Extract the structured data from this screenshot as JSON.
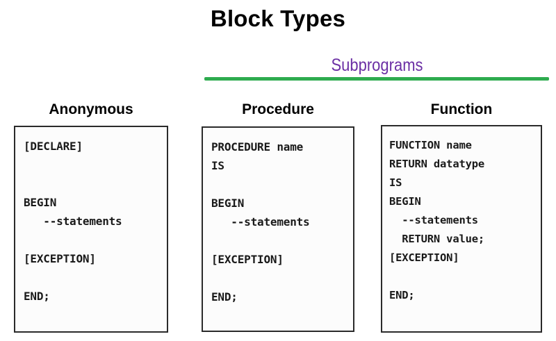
{
  "slide": {
    "title": "Block Types",
    "group_label": "Subprograms",
    "group_label_color": "#6B2FA4",
    "rule_color": "#2EAB4F",
    "title_color": "#000000",
    "background_color": "#FFFFFF"
  },
  "columns": [
    {
      "heading": "Anonymous",
      "in_subprograms_group": false,
      "code": "[DECLARE]\n\n\nBEGIN\n   --statements\n\n[EXCEPTION]\n\nEND;"
    },
    {
      "heading": "Procedure",
      "in_subprograms_group": true,
      "code": "PROCEDURE name\nIS\n\nBEGIN\n   --statements\n\n[EXCEPTION]\n\nEND;"
    },
    {
      "heading": "Function",
      "in_subprograms_group": true,
      "code": "FUNCTION name\nRETURN datatype\nIS\nBEGIN\n  --statements\n  RETURN value;\n[EXCEPTION]\n\nEND;"
    }
  ]
}
